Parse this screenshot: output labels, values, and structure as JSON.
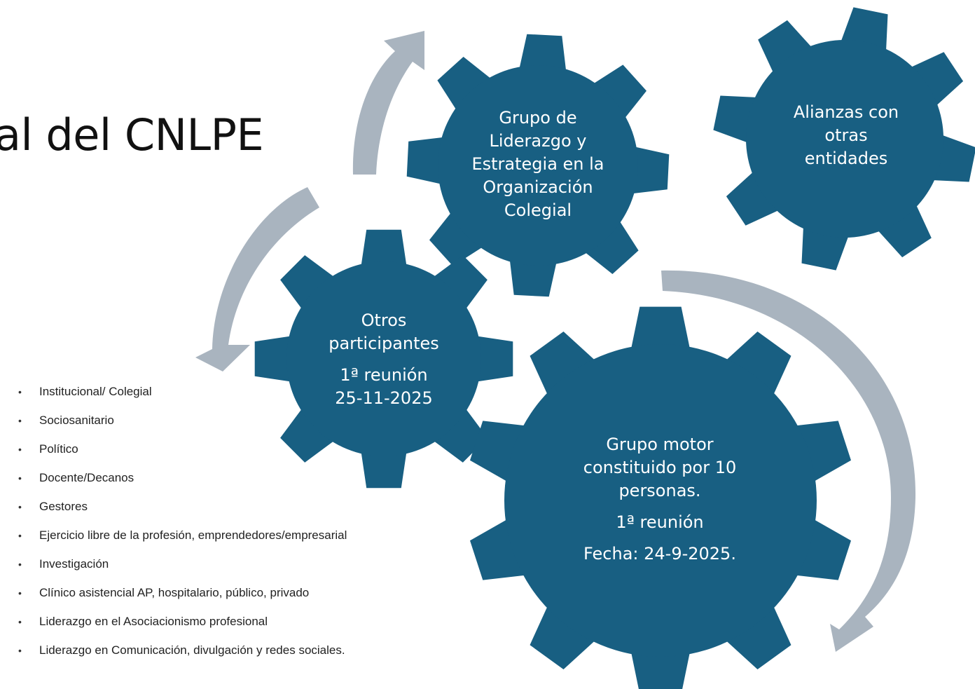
{
  "title": "al del CNLPE",
  "colors": {
    "gear": "#185f82",
    "arrow": "#a9b4bf",
    "gear_text": "#ffffff"
  },
  "gears": {
    "leadership": {
      "lines": [
        "Grupo de",
        "Liderazgo y",
        "Estrategia en la",
        "Organización",
        "Colegial"
      ]
    },
    "alliances": {
      "lines": [
        "Alianzas con",
        "otras",
        "entidades"
      ]
    },
    "others": {
      "lines": [
        "Otros",
        "participantes"
      ],
      "meeting": [
        "1ª reunión",
        "25-11-2025"
      ]
    },
    "motor": {
      "lines": [
        "Grupo motor",
        "constituido por 10",
        "personas."
      ],
      "meeting": "1ª reunión",
      "date": "Fecha:  24-9-2025."
    }
  },
  "participants": [
    "Institucional/ Colegial",
    "Sociosanitario",
    "Político",
    "Docente/Decanos",
    "Gestores",
    "Ejercicio libre de la profesión, emprendedores/empresarial",
    "Investigación",
    "Clínico asistencial AP, hospitalario, público, privado",
    "Liderazgo en el Asociacionismo profesional",
    "Liderazgo en Comunicación, divulgación y redes sociales."
  ]
}
